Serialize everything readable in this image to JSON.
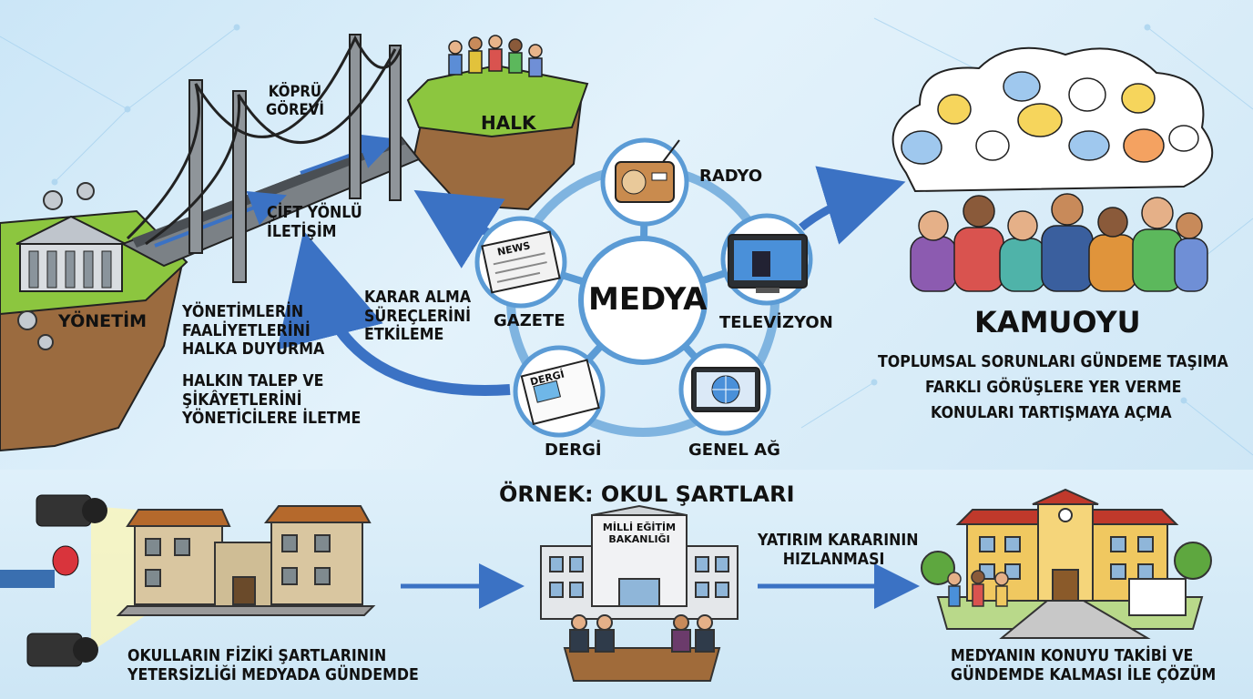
{
  "labels": {
    "bridge_role": [
      "KÖPRÜ",
      "GÖREVİ"
    ],
    "two_way": [
      "ÇİFT YÖNLÜ",
      "İLETİŞİM"
    ],
    "public": "HALK",
    "government": "YÖNETİM",
    "gov_duties": [
      "YÖNETİMLERİN",
      "FAALİYETLERİNİ",
      "HALKA DUYURMA"
    ],
    "citizen_duties": [
      "HALKIN TALEP VE",
      "ŞİKÂYETLERİNİ",
      "YÖNETİCİLERE İLETME"
    ],
    "decision": [
      "KARAR ALMA",
      "SÜREÇLERİNİ",
      "ETKİLEME"
    ]
  },
  "media": {
    "center": "MEDYA",
    "nodes": {
      "radio": "RADYO",
      "newspaper": "GAZETE",
      "tv": "TELEVİZYON",
      "magazine": "DERGİ",
      "internet": "GENEL AĞ"
    },
    "newspaper_mast": "NEWS",
    "magazine_mast": "DERGİ"
  },
  "opinion": {
    "title": "KAMUOYU",
    "items": [
      "TOPLUMSAL SORUNLARI GÜNDEME TAŞIMA",
      "FARKLI GÖRÜŞLERE YER VERME",
      "KONULARI TARTIŞMAYA AÇMA"
    ]
  },
  "example": {
    "title": "ÖRNEK: OKUL ŞARTLARI",
    "step1": [
      "OKULLARIN FİZİKİ ŞARTLARININ",
      "YETERSİZLİĞİ MEDYADA GÜNDEMDE"
    ],
    "ministry_sign": [
      "MİLLİ EĞİTİM",
      "BAKANLIĞI"
    ],
    "step2": [
      "YATIRIM KARARININ",
      "HIZLANMASI"
    ],
    "step3": [
      "MEDYANIN KONUYU TAKİBİ VE",
      "GÜNDEMDE KALMASI İLE ÇÖZÜM"
    ]
  },
  "colors": {
    "arrow": "#3b72c4",
    "ring": "#5b9bd5",
    "grass": "#8cc63f",
    "earth": "#9b6b3f",
    "bridge": "#6e7378"
  }
}
